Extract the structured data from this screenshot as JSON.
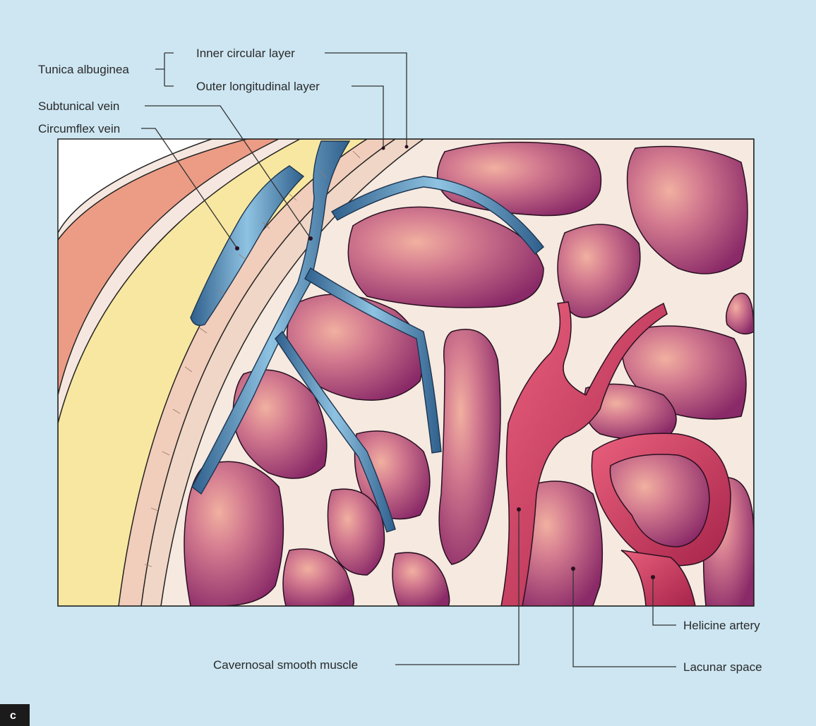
{
  "figure": {
    "panel_letter": "c",
    "labels": {
      "tunica_albuginea": "Tunica albuginea",
      "inner_circular_layer": "Inner circular layer",
      "outer_longitudinal_layer": "Outer longitudinal layer",
      "subtunical_vein": "Subtunical vein",
      "circumflex_vein": "Circumflex vein",
      "cavernosal_smooth_muscle": "Cavernosal smooth muscle",
      "lacunar_space": "Lacunar space",
      "helicine_artery": "Helicine artery"
    },
    "colors": {
      "background": "#cde6f2",
      "tissue_purple": "#8e2f6b",
      "tissue_highlight": "#e79b8c",
      "septum": "#f1dccf",
      "vein_blue": "#3c74a4",
      "artery_red": "#d0365a",
      "skin_salmon": "#ec9c85",
      "fat_yellow": "#f8e7a0"
    }
  }
}
